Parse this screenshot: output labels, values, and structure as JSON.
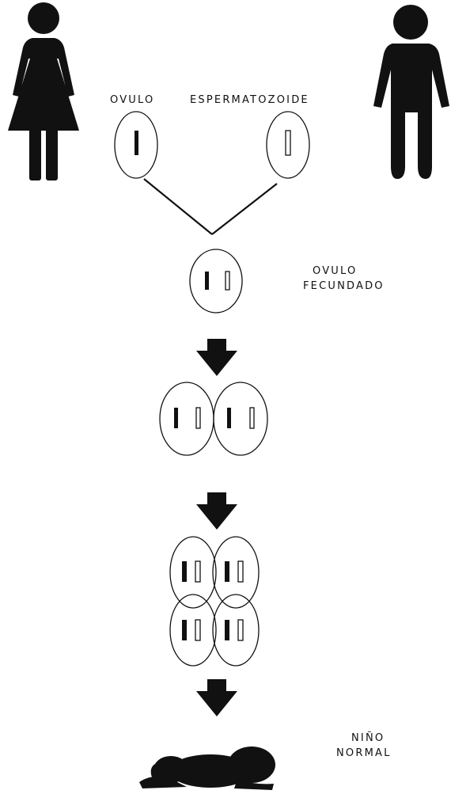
{
  "labels": {
    "ovum": "OVULO",
    "sperm": "ESPERMATOZOIDE",
    "fertilized_line1": "OVULO",
    "fertilized_line2": "FECUNDADO",
    "baby_line1": "NIÑO",
    "baby_line2": "NORMAL"
  },
  "colors": {
    "ink": "#111111",
    "background": "#ffffff"
  },
  "icons": [
    "woman-icon",
    "man-icon",
    "baby-icon",
    "down-arrow-icon"
  ]
}
